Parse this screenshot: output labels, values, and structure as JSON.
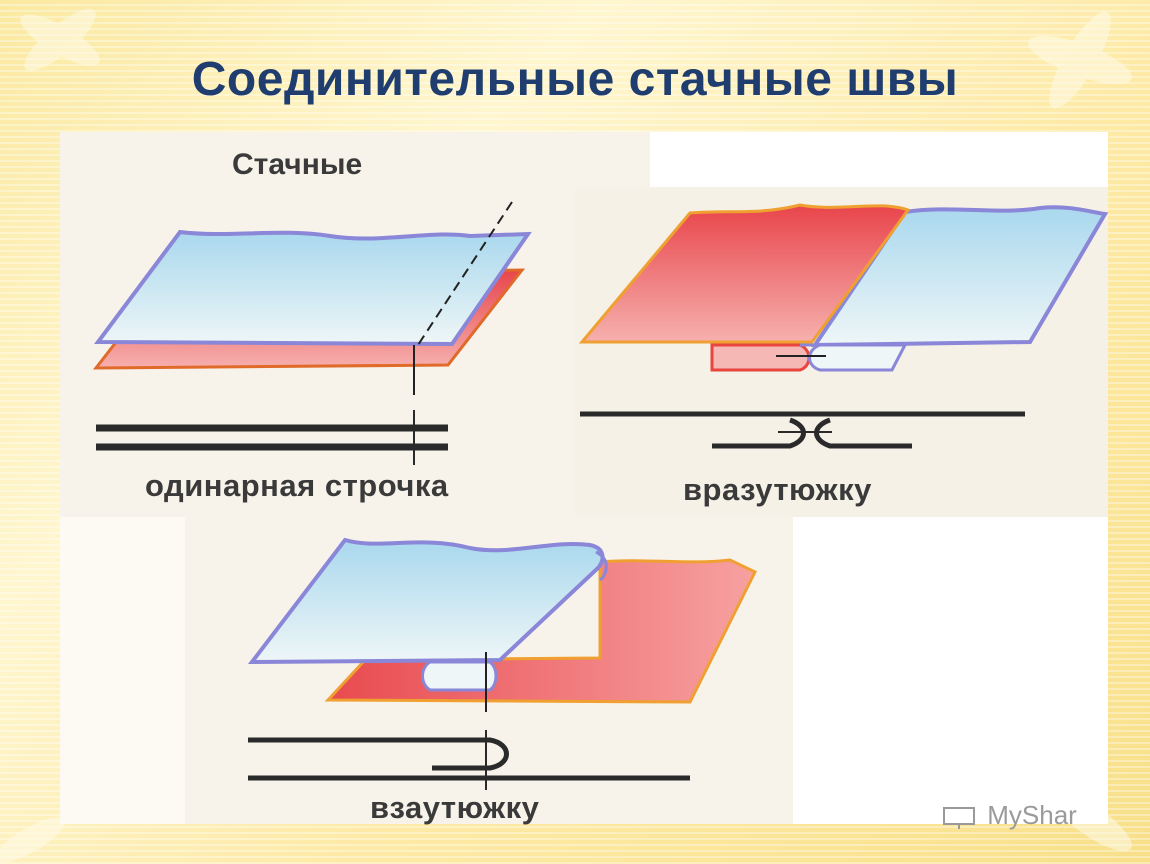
{
  "slide": {
    "title": "Соединительные стачные швы"
  },
  "figure": {
    "heading": "Стачные",
    "captions": {
      "single": "одинарная строчка",
      "pressed_open": "вразутюжку",
      "pressed_side": "взаутюжку"
    },
    "watermark": "MyShar"
  },
  "colors": {
    "title": "#1f3d6e",
    "fabric_blue_top": "#b8dff0",
    "fabric_blue_bottom": "#eaf4f8",
    "fabric_blue_edge": "#8a86d8",
    "fabric_red_top": "#e84a4f",
    "fabric_red_bottom": "#f7a8a8",
    "line": "#2a2a2a"
  }
}
